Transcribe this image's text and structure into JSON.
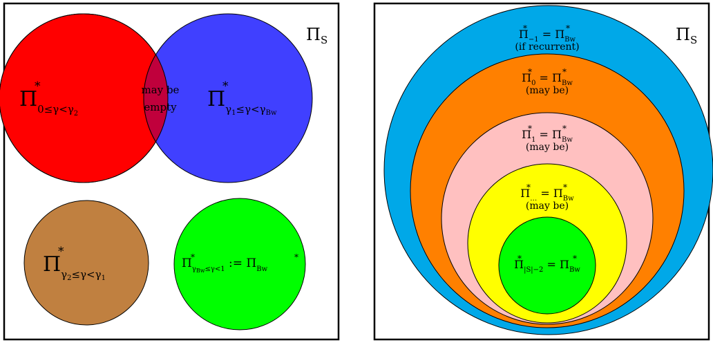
{
  "colors": {
    "red": "#ff0000",
    "blue": "#4040ff",
    "overlap": "#c0003c",
    "brown": "#c08040",
    "green": "#00ff00",
    "sky": "#00a8e8",
    "orange": "#ff8000",
    "pink": "#ffc0c0",
    "yellow": "#ffff00"
  },
  "left_panel": {
    "frame_label": "ΠS",
    "red_label": "Π*0≤γ<γ2",
    "blue_label": "Π*γ1≤γ<γBw",
    "overlap_line1": "may be",
    "overlap_line2": "empty",
    "brown_label": "Π*γ2≤γ<γ1",
    "green_label": "Π*γBw≤γ<1 := Π*Bw"
  },
  "right_panel": {
    "frame_label": "ΠS",
    "ring1": {
      "label": "Π*−1 = Π*Bw",
      "note": "(if recurrent)"
    },
    "ring2": {
      "label": "Π*0 = Π*Bw",
      "note": "(may be)"
    },
    "ring3": {
      "label": "Π*1 = Π*Bw",
      "note": "(may be)"
    },
    "ring4": {
      "label": "Π*… = Π*Bw",
      "note": "(may be)"
    },
    "ring5": {
      "label": "Π*|S|−2 = Π*Bw"
    }
  }
}
